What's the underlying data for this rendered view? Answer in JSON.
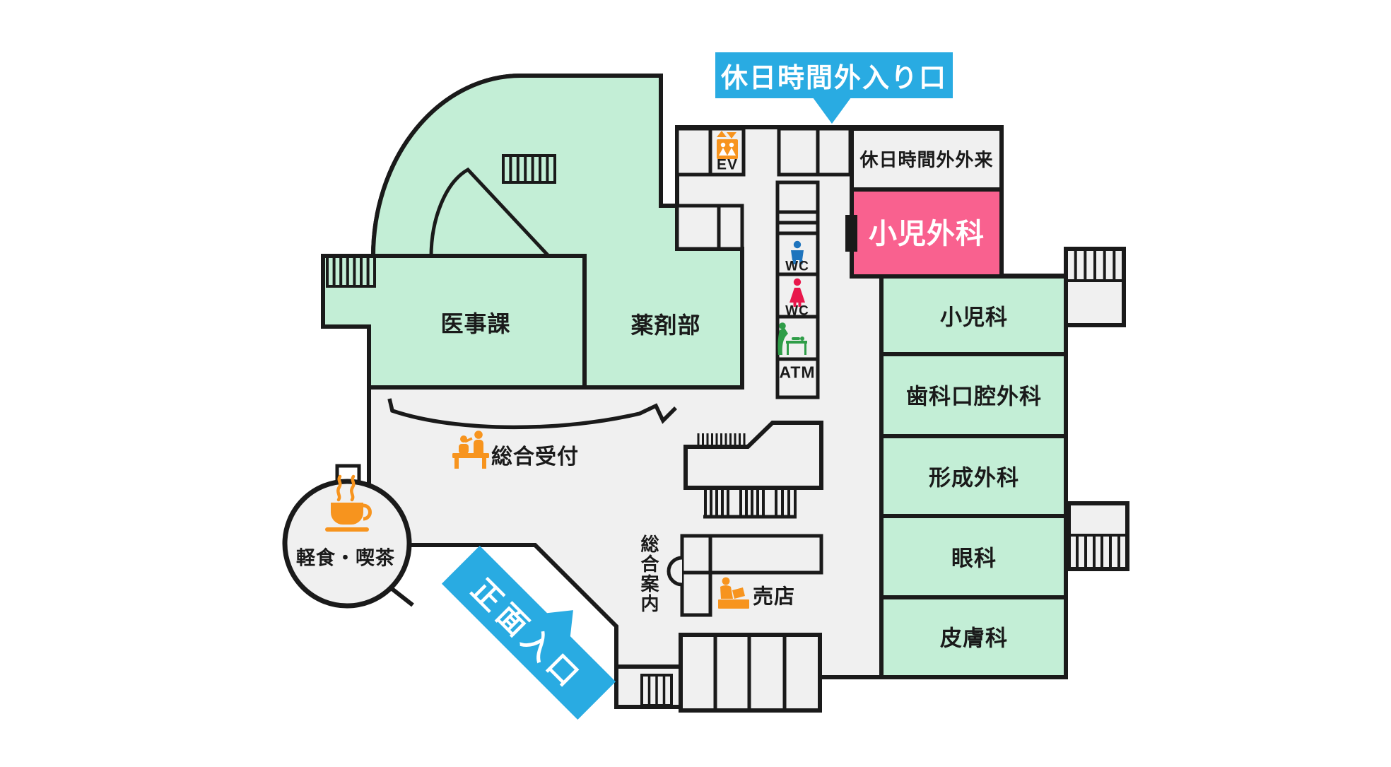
{
  "banners": {
    "holiday_entrance": "休日時間外入り口",
    "main_entrance": "正面入口"
  },
  "rooms": {
    "medical_affairs": "医事課",
    "pharmacy": "薬剤部",
    "holiday_outpatient": "休日時間外外来",
    "pediatric_surgery": "小児外科",
    "pediatrics": "小児科",
    "dental_oral_surgery": "歯科口腔外科",
    "plastic_surgery": "形成外科",
    "ophthalmology": "眼科",
    "dermatology": "皮膚科"
  },
  "facilities": {
    "elevator": "EV",
    "toilet_male": "WC",
    "toilet_female": "WC",
    "atm": "ATM",
    "general_reception": "総合受付",
    "general_information": "総合案内",
    "cafe": "軽食・喫茶",
    "shop": "売店"
  },
  "icons": [
    "elevator-icon",
    "up-down-arrows-icon",
    "male-toilet-icon",
    "female-toilet-icon",
    "baby-changing-icon",
    "reception-desk-icon",
    "coffee-cup-icon",
    "shop-cashier-icon",
    "entrance-arrow-icon",
    "banner-pointer-icon"
  ],
  "colors": {
    "department_green": "#c3eed6",
    "highlight_pink": "#f9618f",
    "accent_blue": "#29abe2",
    "icon_orange": "#f7941e",
    "floor_gray": "#f0f0f0",
    "wall_black": "#1a1a1a",
    "male_blue": "#1e74bd",
    "female_red": "#e8174b",
    "baby_green": "#2f9d48"
  }
}
